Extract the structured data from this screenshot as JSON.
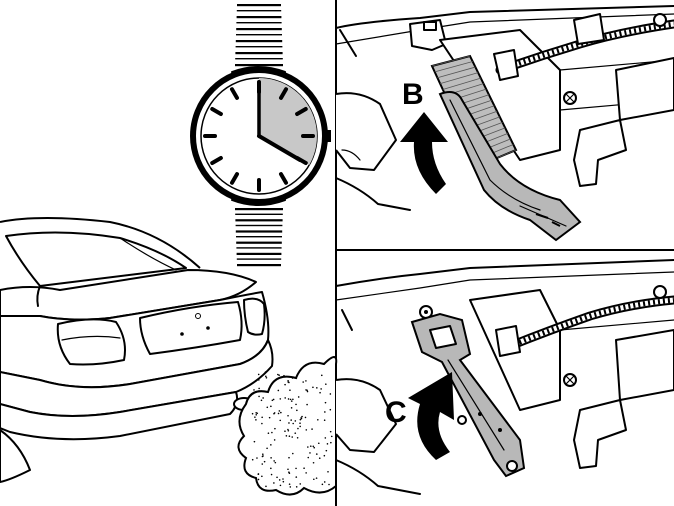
{
  "callouts": {
    "b": "B",
    "c": "C"
  },
  "icons": {
    "clock": "wristwatch-icon",
    "car": "car-rear-exhaust-illustration",
    "filter_removed": "cabin-filter-removal-illustration",
    "cover_removed": "filter-cover-removal-illustration"
  },
  "colors": {
    "ink": "#000000",
    "clock_elapsed": "#c8c8c8",
    "filter_mesh": "#9a9a9a",
    "background": "#ffffff"
  }
}
